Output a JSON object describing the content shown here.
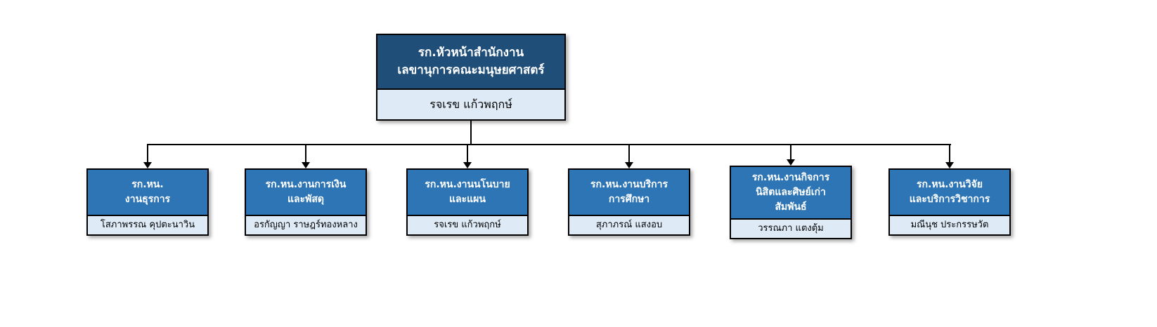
{
  "root": {
    "title": "รก.หัวหน้าสำนักงาน\nเลขานุการคณะมนุษยศาสตร์",
    "name": "รจเรข แก้วพฤกษ์"
  },
  "children": [
    {
      "title": "รก.หน.\nงานธุรการ",
      "name": "โสภาพรรณ คุปตะนาวิน"
    },
    {
      "title": "รก.หน.งานการเงิน\nและพัสดุ",
      "name": "อรกัญญา ราษฎร์ทองหลาง"
    },
    {
      "title": "รก.หน.งานนโนบาย\nและแผน",
      "name": "รจเรข แก้วพฤกษ์"
    },
    {
      "title": "รก.หน.งานบริการ\nการศึกษา",
      "name": "สุภาภรณ์ แสงอบ"
    },
    {
      "title": "รก.หน.งานกิจการ\nนิสิตและศิษย์เก่า\nสัมพันธ์",
      "name": "วรรณภา แตงตุ้ม"
    },
    {
      "title": "รก.หน.งานวิจัย\nและบริการวิชาการ",
      "name": "มณีนุช ประกรรษวัต"
    }
  ],
  "colors": {
    "canvas_bg": "#FFFFFF",
    "root_header_bg": "#1F4E79",
    "child_header_bg": "#2E75B6",
    "name_bg": "#DEEBF7",
    "border": "#000000",
    "line": "#000000"
  }
}
